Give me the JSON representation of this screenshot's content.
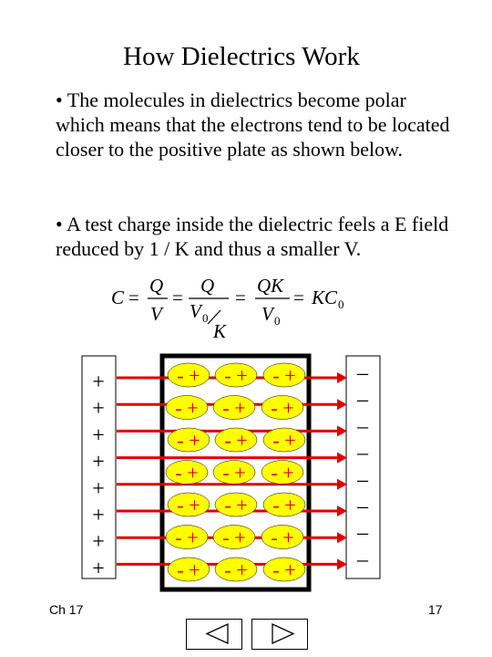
{
  "slide": {
    "title": "How Dielectrics Work",
    "bullets": [
      "• The molecules in dielectrics become polar which means that the electrons tend to be located closer to the positive plate as shown below.",
      "• A test charge inside the dielectric feels a E field reduced by 1 / K and thus a smaller V."
    ],
    "equation": {
      "c": "C",
      "q": "Q",
      "v": "V",
      "v0": "V",
      "sub0": "0",
      "k": "K",
      "qk": "QK",
      "kc": "KC"
    },
    "diagram": {
      "positive_plate_sign": "+",
      "negative_plate_sign": "–",
      "molecule_label": "- +",
      "colors": {
        "field_line": "#e00000",
        "molecule_fill": "#ffff00",
        "dielectric_border": "#000000"
      }
    },
    "footer_left": "Ch 17",
    "page_number": "17"
  },
  "navigation": {
    "prev_icon": "triangle-left-icon",
    "next_icon": "triangle-right-icon"
  }
}
